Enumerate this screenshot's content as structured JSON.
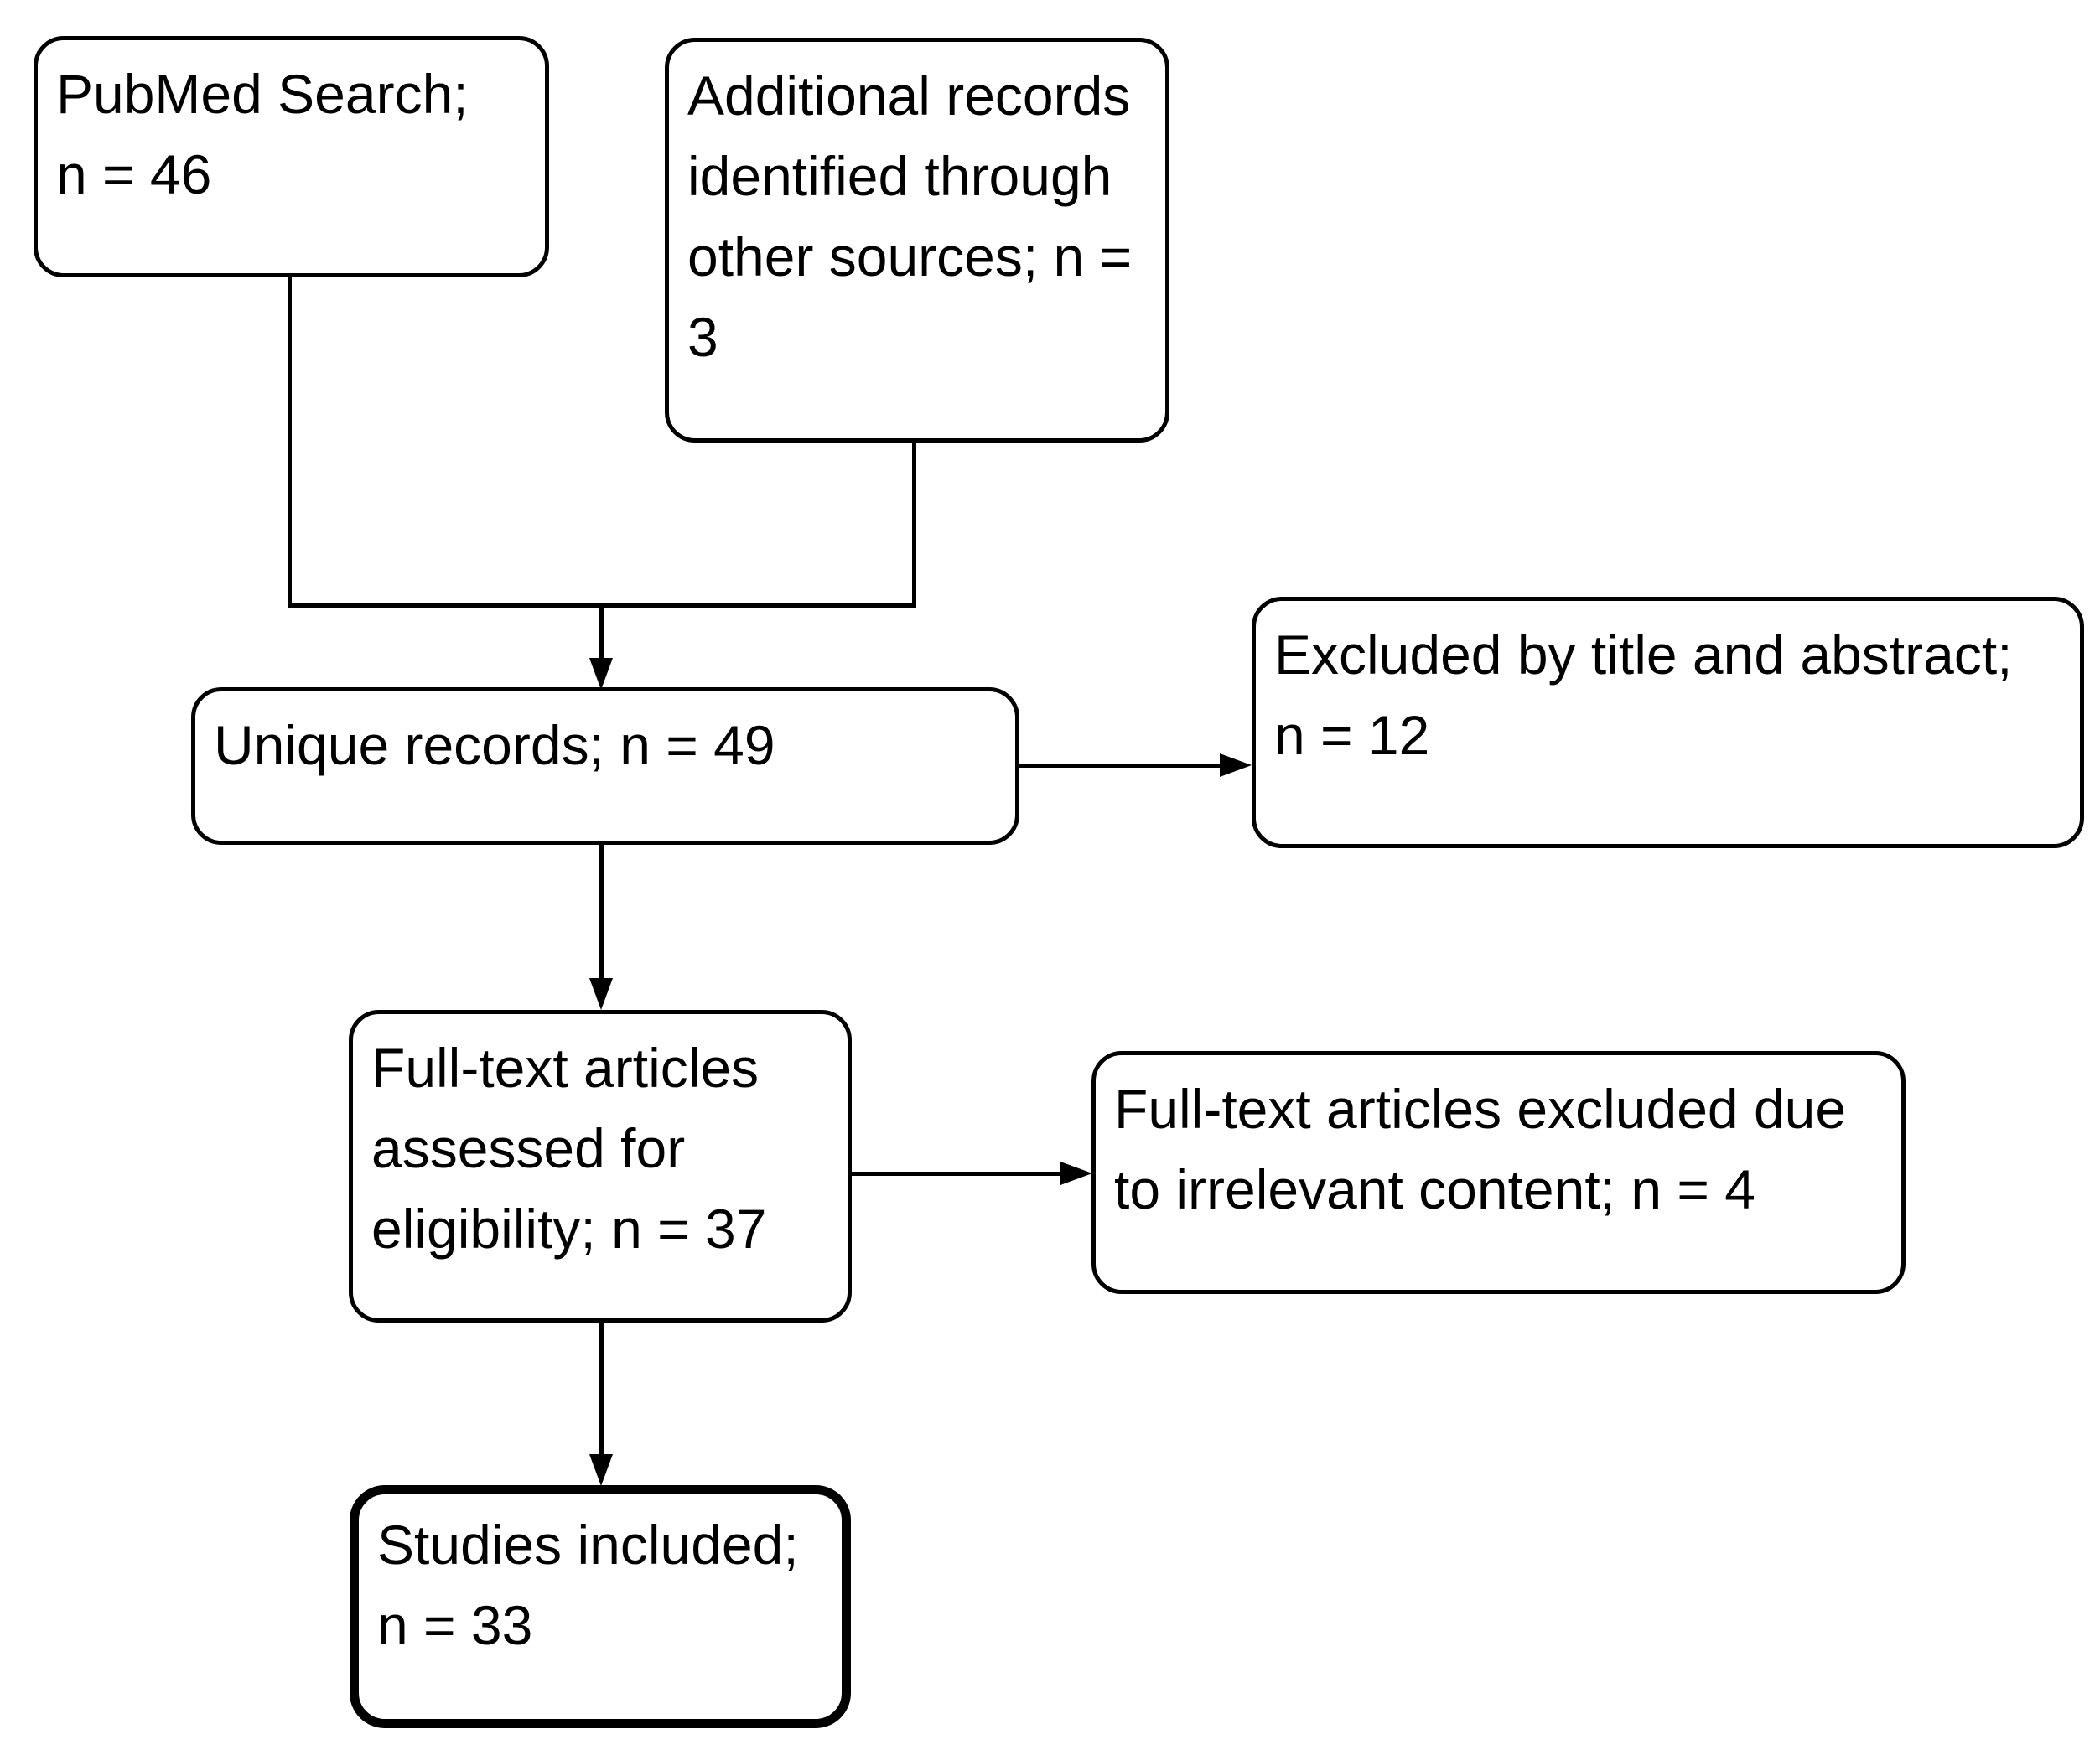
{
  "figure": {
    "kind": "study-selection-flow-diagram",
    "background_color": "#ffffff",
    "line_color": "#000000",
    "text_color": "#000000"
  },
  "boxes": {
    "pubmed": {
      "text": "PubMed Search;\nn = 46",
      "n": 46
    },
    "additional": {
      "text": "Additional records\nidentified through\nother sources; n =\n3",
      "n": 3
    },
    "unique": {
      "text": "Unique records; n = 49",
      "n": 49
    },
    "excluded_title": {
      "text": "Excluded by title and abstract;\nn = 12",
      "n": 12
    },
    "fulltext": {
      "text": "Full-text articles\nassessed for\neligibility; n = 37",
      "n": 37
    },
    "excluded_fulltext": {
      "text": "Full-text articles excluded due\nto irrelevant content; n = 4",
      "n": 4
    },
    "included": {
      "text": "Studies included;\nn = 33",
      "n": 33
    }
  }
}
